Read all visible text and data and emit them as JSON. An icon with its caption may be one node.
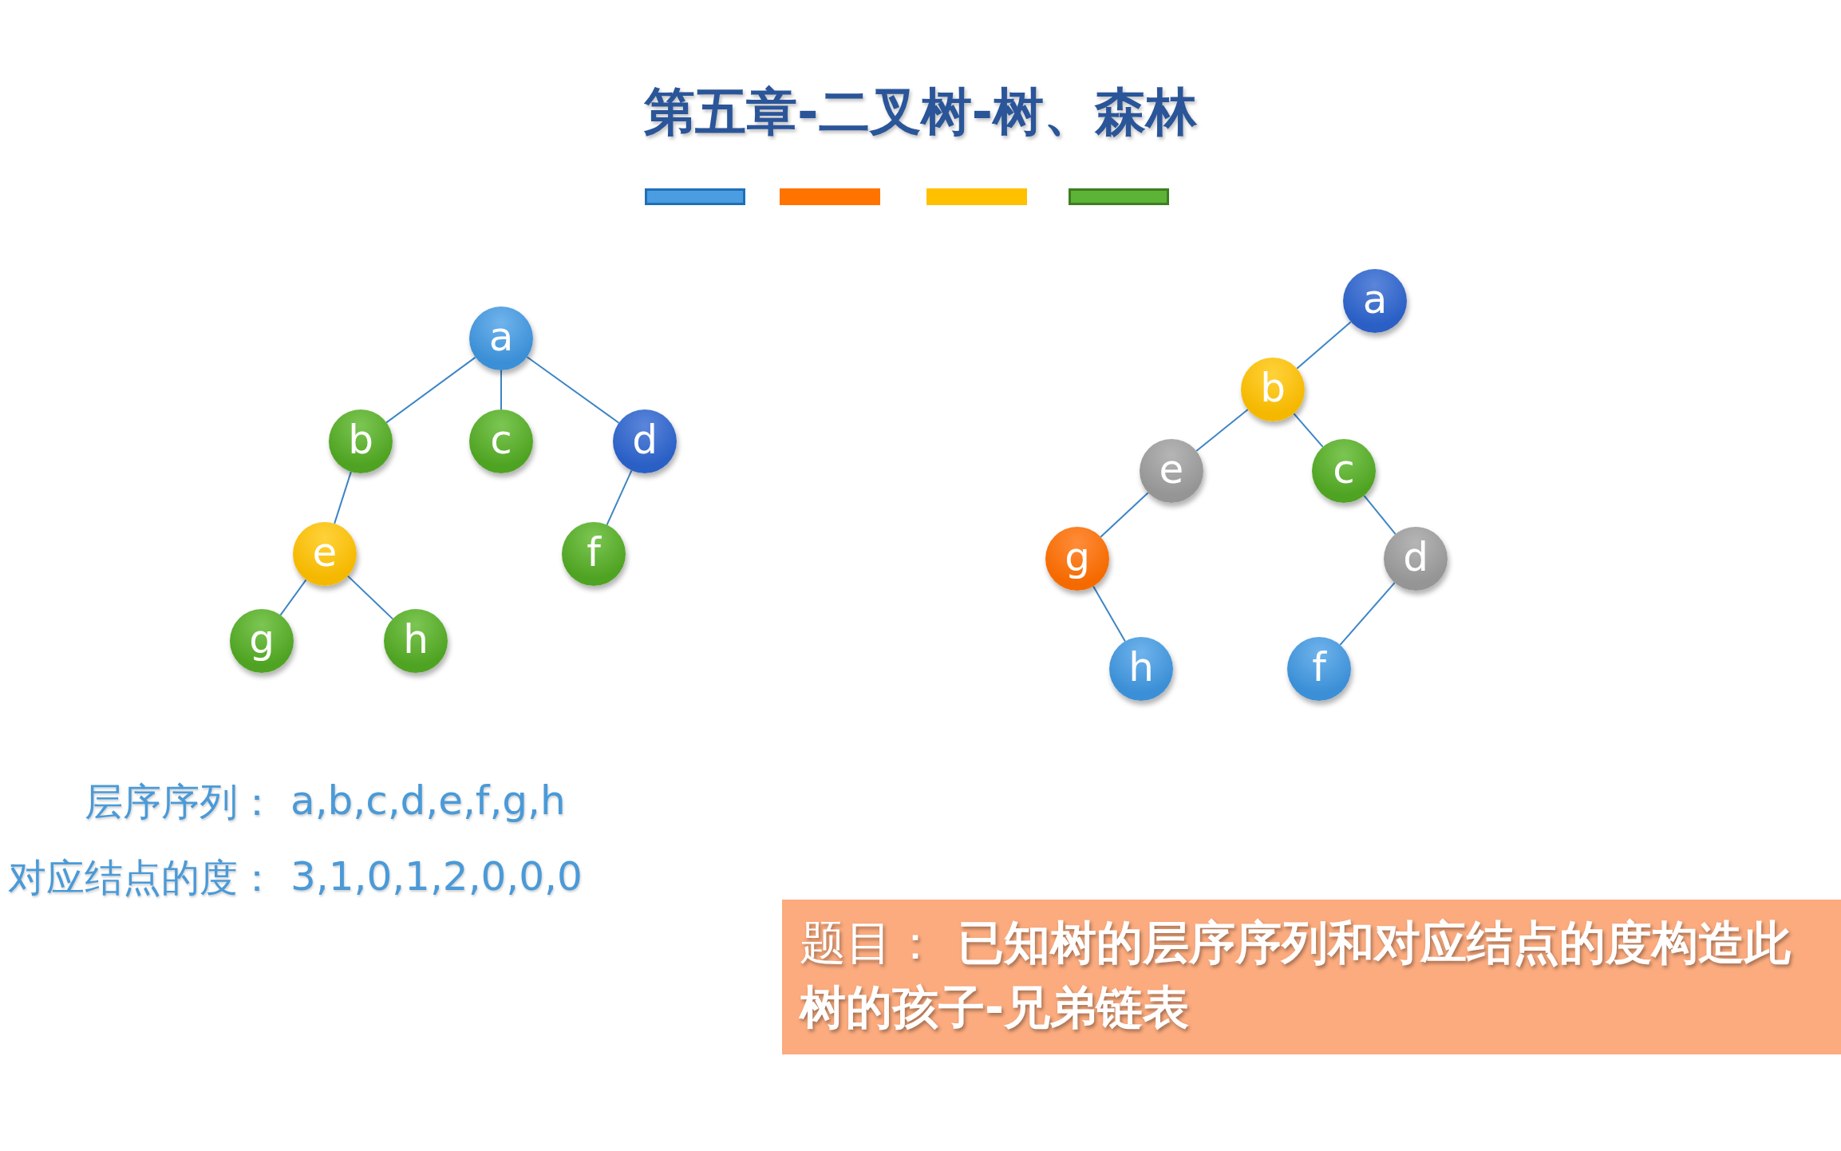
{
  "diagram": {
    "title": "第五章-二叉树-树、森林",
    "nodes": [
      {
        "text": [
          "a"
        ]
      },
      {
        "text": [
          "b"
        ]
      },
      {
        "text": [
          "c"
        ]
      },
      {
        "text": [
          "d"
        ]
      },
      {
        "text": [
          "e"
        ]
      },
      {
        "text": [
          "f"
        ]
      },
      {
        "text": [
          "g"
        ]
      },
      {
        "text": [
          "h"
        ]
      },
      {
        "text": [
          "a"
        ]
      },
      {
        "text": [
          "b"
        ]
      },
      {
        "text": [
          "e"
        ]
      },
      {
        "text": [
          "c"
        ]
      },
      {
        "text": [
          "g"
        ]
      },
      {
        "text": [
          "d"
        ]
      },
      {
        "text": [
          "h"
        ]
      },
      {
        "text": [
          "f"
        ]
      },
      {
        "text": [
          "题目：",
          "已知树的层序序列和对应结点的度构造此树的孩子-兄弟链表"
        ]
      }
    ],
    "edges": [
      {
        "from": 0,
        "to": 1,
        "arrow": "none"
      },
      {
        "from": 0,
        "to": 2,
        "arrow": "none"
      },
      {
        "from": 0,
        "to": 3,
        "arrow": "none"
      },
      {
        "from": 1,
        "to": 4,
        "arrow": "none"
      },
      {
        "from": 3,
        "to": 5,
        "arrow": "none"
      },
      {
        "from": 4,
        "to": 6,
        "arrow": "none"
      },
      {
        "from": 4,
        "to": 7,
        "arrow": "none"
      },
      {
        "from": 8,
        "to": 9,
        "arrow": "none"
      },
      {
        "from": 9,
        "to": 10,
        "arrow": "none"
      },
      {
        "from": 9,
        "to": 11,
        "arrow": "none"
      },
      {
        "from": 10,
        "to": 12,
        "arrow": "none"
      },
      {
        "from": 11,
        "to": 13,
        "arrow": "none"
      },
      {
        "from": 12,
        "to": 14,
        "arrow": "none"
      },
      {
        "from": 13,
        "to": 15,
        "arrow": "none"
      }
    ],
    "labels": [
      "层序序列：",
      "a,b,c,d,e,f,g,h",
      "对应结点的度：",
      "3,1,0,1,2,0,0,0"
    ]
  }
}
